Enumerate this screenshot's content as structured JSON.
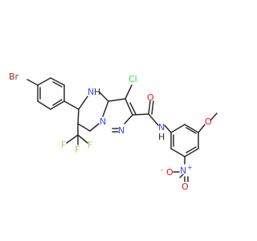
{
  "molecule": {
    "atoms": {
      "br": "Br",
      "cl": "Cl",
      "nh_ring": "N",
      "h_ring": "H",
      "n_a": "N",
      "n_b": "N",
      "o_amide": "O",
      "n_amide": "N",
      "h_amide": "H",
      "o_methoxy": "O",
      "n_nitro": "N",
      "n_nitro_charge": "+",
      "o_nitro_top": "O",
      "o_nitro_side": "O",
      "o_nitro_charge": "-",
      "f1": "F",
      "f2": "F",
      "f3": "F"
    },
    "colors": {
      "bond": "#2a2a2a",
      "nitrogen": "#3050f8",
      "oxygen": "#ff0d0d",
      "chlorine": "#1ff01f",
      "fluorine": "#90e050",
      "bromine": "#a62929",
      "hydrogen": "#2a2a2a"
    }
  }
}
